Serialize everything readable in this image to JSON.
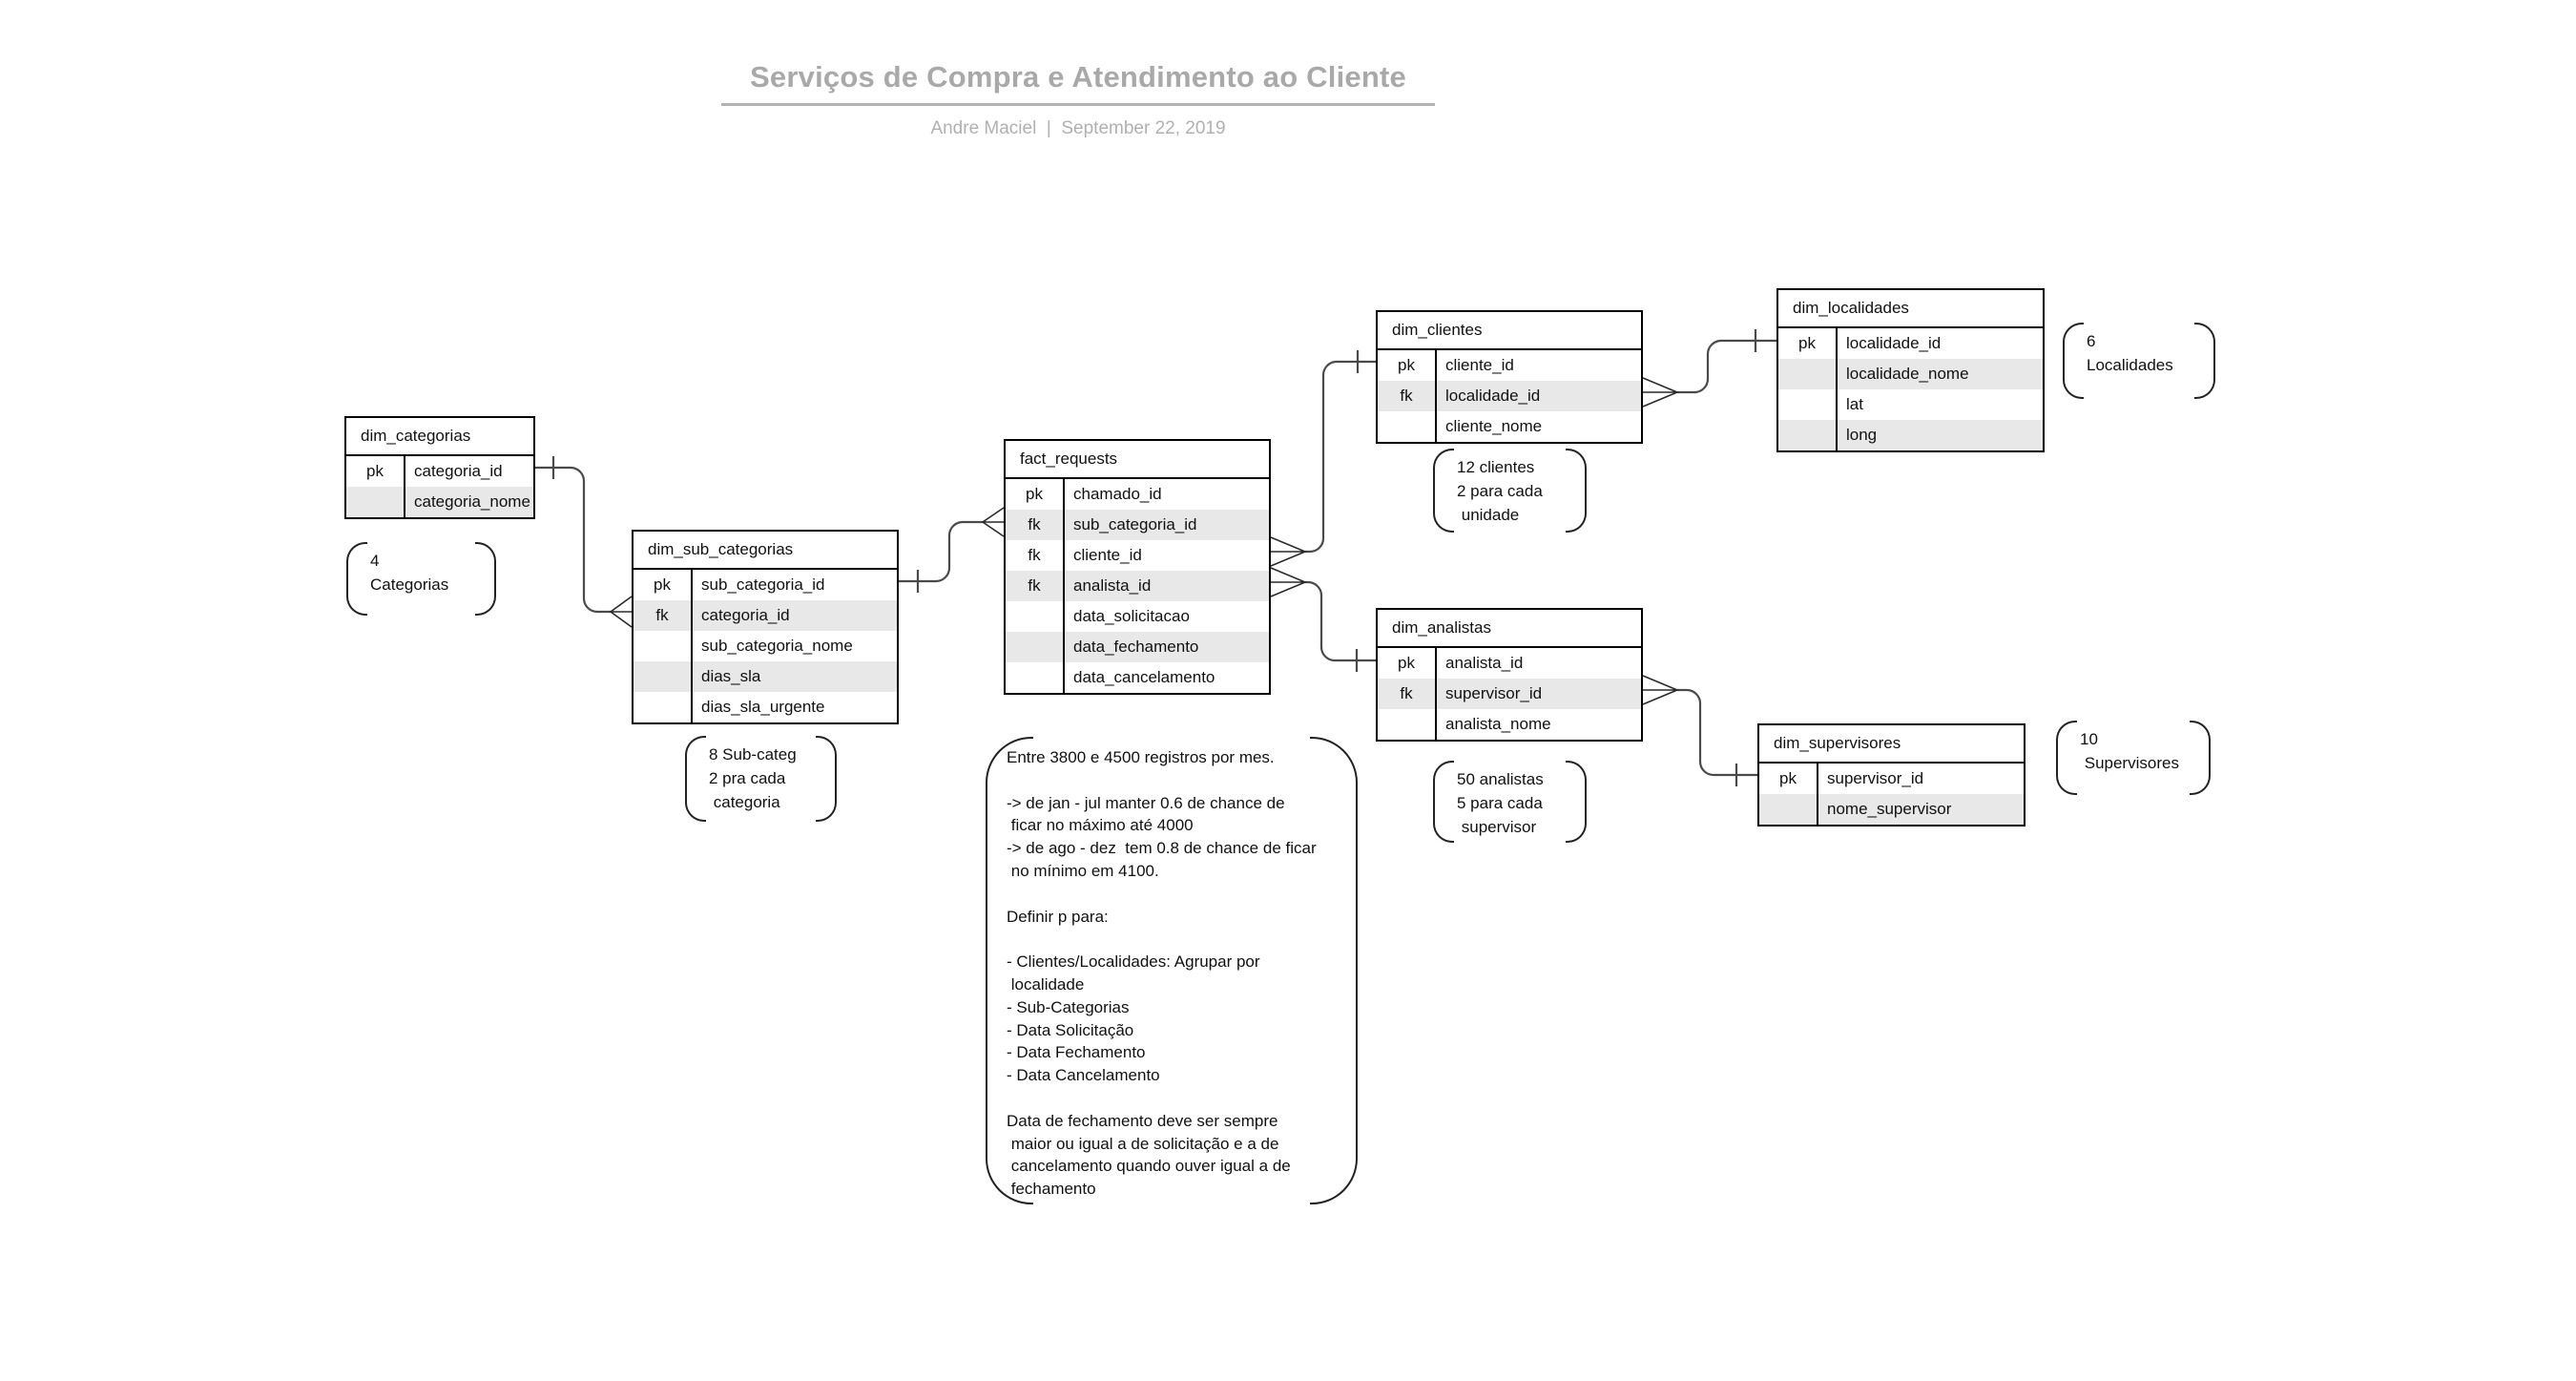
{
  "header": {
    "title": "Serviços de Compra e Atendimento ao Cliente",
    "subtitle": "Andre Maciel  |  September 22, 2019"
  },
  "tables": {
    "dim_categorias": {
      "name": "dim_categorias",
      "rows": [
        {
          "key": "pk",
          "field": "categoria_id"
        },
        {
          "key": "",
          "field": "categoria_nome"
        }
      ]
    },
    "dim_sub_categorias": {
      "name": "dim_sub_categorias",
      "rows": [
        {
          "key": "pk",
          "field": "sub_categoria_id"
        },
        {
          "key": "fk",
          "field": "categoria_id"
        },
        {
          "key": "",
          "field": "sub_categoria_nome"
        },
        {
          "key": "",
          "field": "dias_sla"
        },
        {
          "key": "",
          "field": "dias_sla_urgente"
        }
      ]
    },
    "fact_requests": {
      "name": "fact_requests",
      "rows": [
        {
          "key": "pk",
          "field": "chamado_id"
        },
        {
          "key": "fk",
          "field": "sub_categoria_id"
        },
        {
          "key": "fk",
          "field": "cliente_id"
        },
        {
          "key": "fk",
          "field": "analista_id"
        },
        {
          "key": "",
          "field": "data_solicitacao"
        },
        {
          "key": "",
          "field": "data_fechamento"
        },
        {
          "key": "",
          "field": "data_cancelamento"
        }
      ]
    },
    "dim_clientes": {
      "name": "dim_clientes",
      "rows": [
        {
          "key": "pk",
          "field": "cliente_id"
        },
        {
          "key": "fk",
          "field": "localidade_id"
        },
        {
          "key": "",
          "field": "cliente_nome"
        }
      ]
    },
    "dim_localidades": {
      "name": "dim_localidades",
      "rows": [
        {
          "key": "pk",
          "field": "localidade_id"
        },
        {
          "key": "",
          "field": "localidade_nome"
        },
        {
          "key": "",
          "field": "lat"
        },
        {
          "key": "",
          "field": "long"
        }
      ]
    },
    "dim_analistas": {
      "name": "dim_analistas",
      "rows": [
        {
          "key": "pk",
          "field": "analista_id"
        },
        {
          "key": "fk",
          "field": "supervisor_id"
        },
        {
          "key": "",
          "field": "analista_nome"
        }
      ]
    },
    "dim_supervisores": {
      "name": "dim_supervisores",
      "rows": [
        {
          "key": "pk",
          "field": "supervisor_id"
        },
        {
          "key": "",
          "field": "nome_supervisor"
        }
      ]
    }
  },
  "notes": {
    "categorias": {
      "text": "4\nCategorias"
    },
    "subcategorias": {
      "text": "8 Sub-categ\n2 pra cada\n categoria"
    },
    "clientes": {
      "text": "12 clientes\n2 para cada\n unidade"
    },
    "localidades": {
      "text": "6\nLocalidades"
    },
    "analistas": {
      "text": "50 analistas\n5 para cada\n supervisor"
    },
    "supervisores": {
      "text": "10\n Supervisores"
    },
    "fact_note": {
      "text": "Entre 3800 e 4500 registros por mes.\n\n-> de jan - jul manter 0.6 de chance de\n ficar no máximo até 4000\n-> de ago - dez  tem 0.8 de chance de ficar\n no mínimo em 4100.\n\nDefinir p para:\n\n- Clientes/Localidades: Agrupar por\n localidade\n- Sub-Categorias\n- Data Solicitação\n- Data Fechamento\n- Data Cancelamento\n\nData de fechamento deve ser sempre\n maior ou igual a de solicitação e a de\n cancelamento quando ouver igual a de\n fechamento"
    }
  },
  "relationships": [
    {
      "from_table": "dim_categorias",
      "from_field": "categoria_id",
      "from_cardinality": "one",
      "to_table": "dim_sub_categorias",
      "to_field": "categoria_id",
      "to_cardinality": "many"
    },
    {
      "from_table": "dim_sub_categorias",
      "from_field": "sub_categoria_id",
      "from_cardinality": "one",
      "to_table": "fact_requests",
      "to_field": "sub_categoria_id",
      "to_cardinality": "many"
    },
    {
      "from_table": "dim_clientes",
      "from_field": "cliente_id",
      "from_cardinality": "one",
      "to_table": "fact_requests",
      "to_field": "cliente_id",
      "to_cardinality": "many"
    },
    {
      "from_table": "dim_analistas",
      "from_field": "analista_id",
      "from_cardinality": "one",
      "to_table": "fact_requests",
      "to_field": "analista_id",
      "to_cardinality": "many"
    },
    {
      "from_table": "dim_localidades",
      "from_field": "localidade_id",
      "from_cardinality": "one",
      "to_table": "dim_clientes",
      "to_field": "localidade_id",
      "to_cardinality": "many"
    },
    {
      "from_table": "dim_supervisores",
      "from_field": "supervisor_id",
      "from_cardinality": "one",
      "to_table": "dim_analistas",
      "to_field": "supervisor_id",
      "to_cardinality": "many"
    }
  ],
  "colors": {
    "table_border": "#000000",
    "row_alt_fill": "#e8e8e8",
    "connector": "#4a4a4a",
    "title_gray": "#a9a9a9"
  }
}
